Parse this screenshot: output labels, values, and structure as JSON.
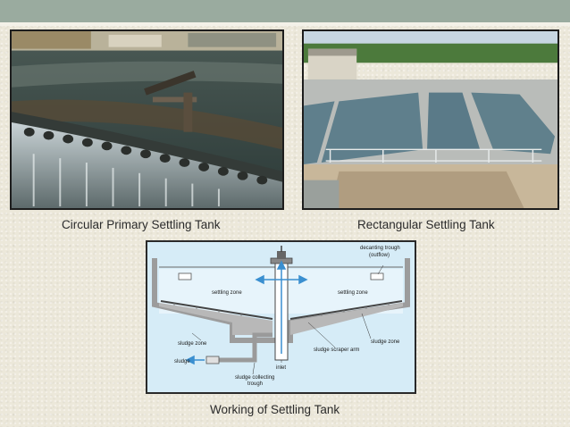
{
  "photos": {
    "left": {
      "caption": "Circular Primary Settling Tank"
    },
    "right": {
      "caption": "Rectangular Settling Tank"
    }
  },
  "diagram": {
    "caption": "Working of Settling Tank",
    "labels": {
      "decanting_trough": "decanting trough",
      "outflow": "(outflow)",
      "settling_zone_left": "settling zone",
      "settling_zone_right": "settling zone",
      "sludge_zone_left": "sludge zone",
      "sludge_zone_right": "sludge zone",
      "sludge": "sludge",
      "sludge_scraper_arm": "sludge scraper arm",
      "inlet": "inlet",
      "sludge_collecting": "sludge collecting",
      "trough": "trough"
    }
  },
  "colors": {
    "header": "#9aab9f",
    "water_diagram": "#d6ecf7",
    "tank_wall": "#a8a8a8",
    "arrow": "#3a8fd0"
  }
}
